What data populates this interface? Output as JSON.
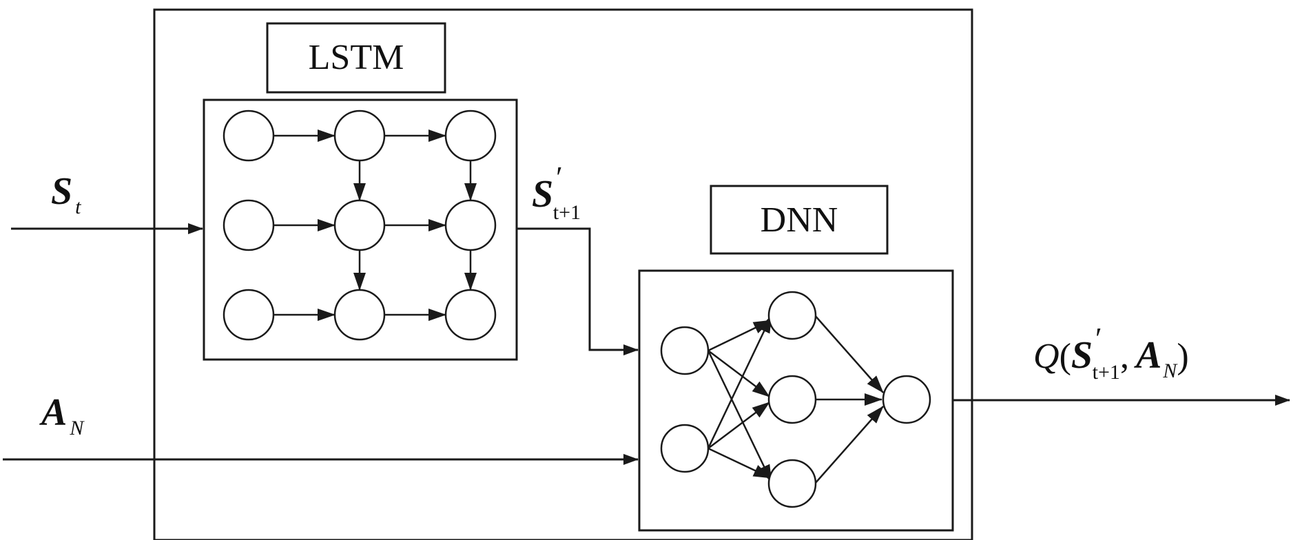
{
  "blocks": {
    "lstm_title": "LSTM",
    "dnn_title": "DNN"
  },
  "inputs": {
    "state": {
      "symbol": "S",
      "subscript": "t"
    },
    "action": {
      "symbol": "A",
      "subscript": "N"
    }
  },
  "intermediate": {
    "symbol": "S",
    "prime": "′",
    "subscript": "t+1"
  },
  "output": {
    "function": "Q",
    "open_paren": "(",
    "state_symbol": "S",
    "state_prime": "′",
    "state_subscript": "t+1",
    "comma": ",",
    "action_symbol": "A",
    "action_subscript": "N",
    "close_paren": ")"
  },
  "colors": {
    "stroke": "#1a1a1a",
    "background": "#ffffff"
  }
}
